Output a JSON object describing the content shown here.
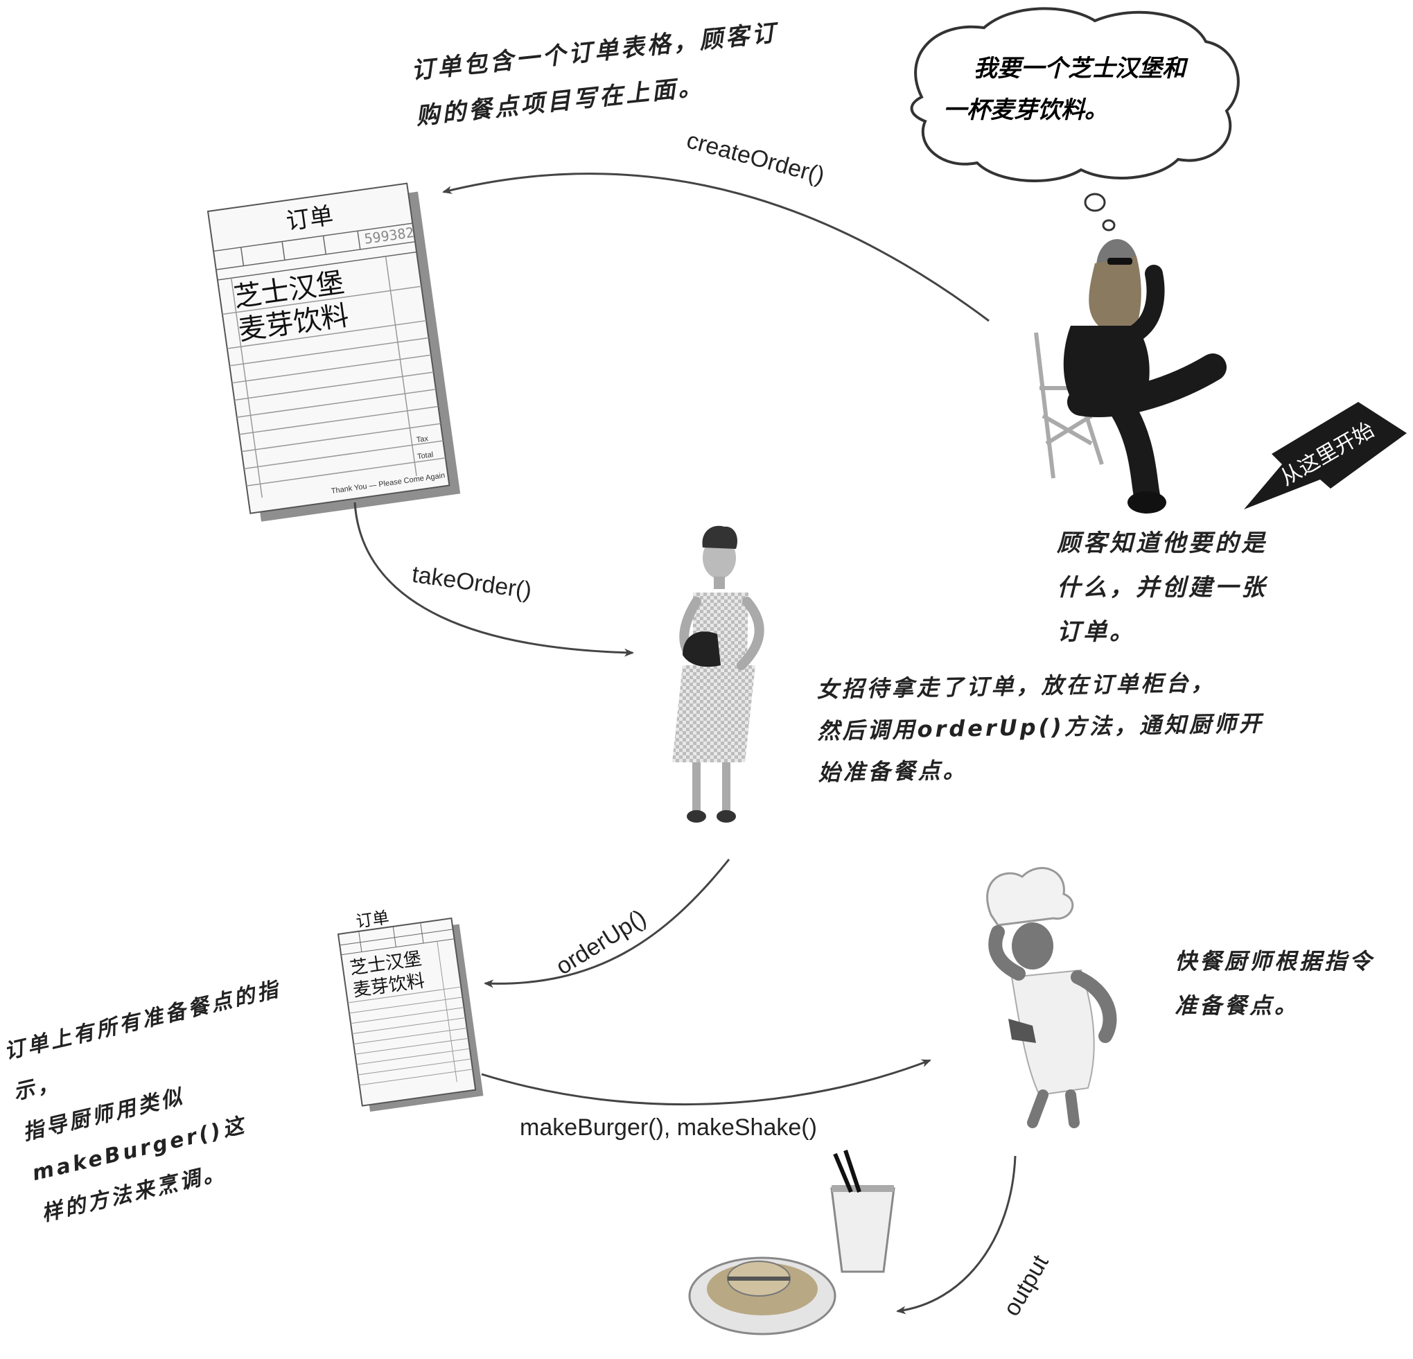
{
  "customer": {
    "speech": [
      "我要一个芝士汉堡和",
      "一杯麦芽饮料。"
    ],
    "note": [
      "顾客知道他要的是",
      "什么，并创建一张",
      "订单。"
    ]
  },
  "start_here": "从这里开始",
  "order_slip": {
    "title": "订单",
    "number": "599382",
    "items": [
      "芝士汉堡",
      "麦芽饮料"
    ],
    "footer_tax": "Tax",
    "footer_total": "Total",
    "footer_thanks": "Thank You — Please Come Again"
  },
  "order_note": [
    "订单包含一个订单表格，顾客订",
    "购的餐点项目写在上面。"
  ],
  "waitress_note": [
    "女招待拿走了订单，放在订单柜台，",
    "然后调用orderUp()方法，通知厨师开",
    "始准备餐点。"
  ],
  "small_order_note": [
    "订单上有所有准备餐点的指示，",
    "指导厨师用类似makeBurger()这",
    "样的方法来烹调。"
  ],
  "cook_note": [
    "快餐厨师根据指令",
    "准备餐点。"
  ],
  "methods": {
    "create_order": "createOrder()",
    "take_order": "takeOrder()",
    "order_up": "orderUp()",
    "make_burger_shake": "makeBurger(), makeShake()",
    "output": "output"
  }
}
